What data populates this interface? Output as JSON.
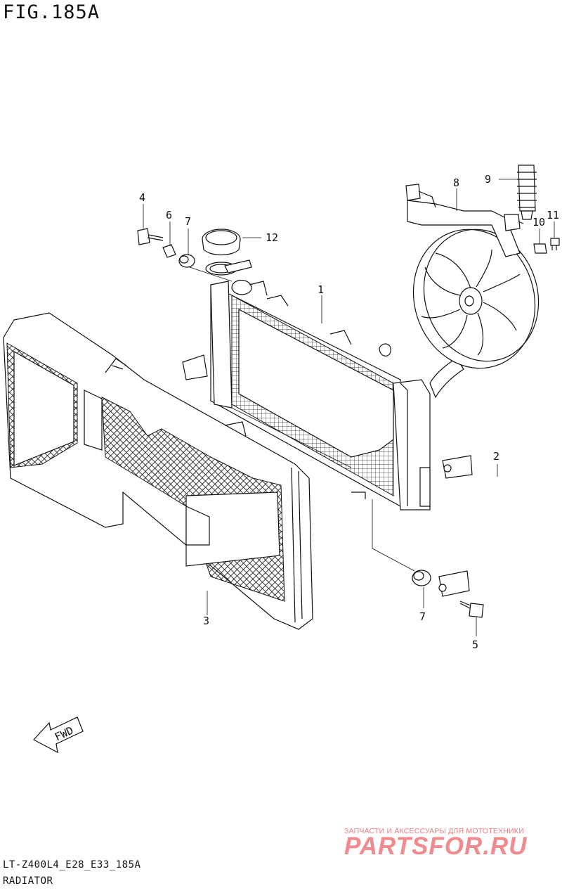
{
  "figure": {
    "title": "FIG.185A",
    "model_code": "LT-Z400L4_E28_E33_185A",
    "section_name": "RADIATOR"
  },
  "fwd_arrow": {
    "label": "FWD"
  },
  "callouts": {
    "c1": "1",
    "c2": "2",
    "c3": "3",
    "c4": "4",
    "c5": "5",
    "c6": "6",
    "c7a": "7",
    "c7b": "7",
    "c8": "8",
    "c9": "9",
    "c10": "10",
    "c11": "11",
    "c12": "12"
  },
  "watermark": {
    "tagline": "ЗАПЧАСТИ И АКСЕССУАРЫ ДЛЯ МОТОТЕХНИКИ",
    "logo": "PARTSFOR.RU"
  }
}
